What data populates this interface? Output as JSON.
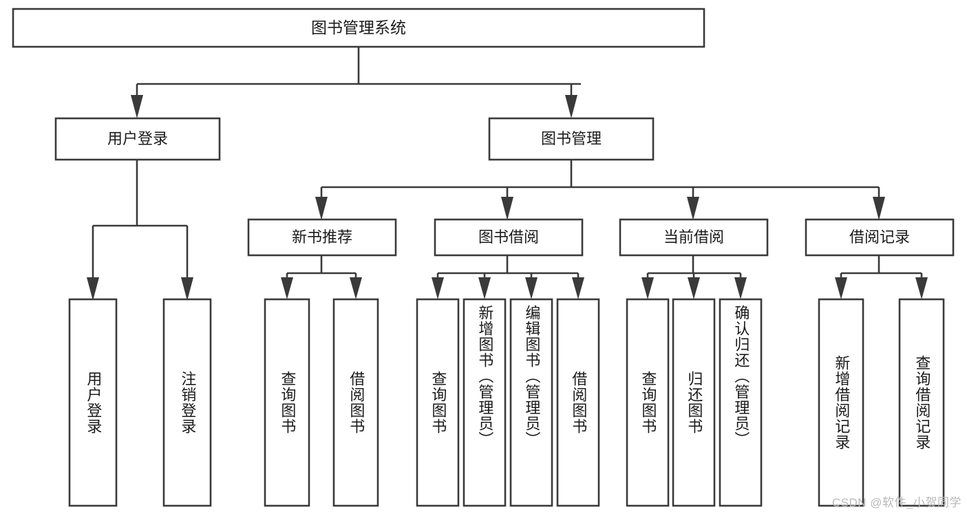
{
  "diagram": {
    "title": "图书管理系统",
    "type": "tree-hierarchy-diagram",
    "root": {
      "id": "root",
      "label": "图书管理系统"
    },
    "level2": [
      {
        "id": "user-login",
        "label": "用户登录"
      },
      {
        "id": "book-manage",
        "label": "图书管理"
      }
    ],
    "level3": [
      {
        "id": "new-book-recommend",
        "label": "新书推荐",
        "parent": "book-manage"
      },
      {
        "id": "book-borrow",
        "label": "图书借阅",
        "parent": "book-manage"
      },
      {
        "id": "current-borrow",
        "label": "当前借阅",
        "parent": "book-manage"
      },
      {
        "id": "borrow-record",
        "label": "借阅记录",
        "parent": "book-manage"
      }
    ],
    "leaves": [
      {
        "id": "leaf-user-login",
        "label": "用户登录",
        "parent": "user-login"
      },
      {
        "id": "leaf-logout-login",
        "label": "注销登录",
        "parent": "user-login"
      },
      {
        "id": "leaf-query-book-1",
        "label": "查询图书",
        "parent": "new-book-recommend"
      },
      {
        "id": "leaf-borrow-book-1",
        "label": "借阅图书",
        "parent": "new-book-recommend"
      },
      {
        "id": "leaf-query-book-2",
        "label": "查询图书",
        "parent": "book-borrow"
      },
      {
        "id": "leaf-add-book",
        "label": "新增图书（管理员）",
        "parent": "book-borrow"
      },
      {
        "id": "leaf-edit-book",
        "label": "编辑图书（管理员）",
        "parent": "book-borrow"
      },
      {
        "id": "leaf-borrow-book-2",
        "label": "借阅图书",
        "parent": "book-borrow"
      },
      {
        "id": "leaf-query-book-3",
        "label": "查询图书",
        "parent": "current-borrow"
      },
      {
        "id": "leaf-return-book",
        "label": "归还图书",
        "parent": "current-borrow"
      },
      {
        "id": "leaf-confirm-return",
        "label": "确认归还（管理员）",
        "parent": "current-borrow"
      },
      {
        "id": "leaf-add-record",
        "label": "新增借阅记录",
        "parent": "borrow-record"
      },
      {
        "id": "leaf-query-record",
        "label": "查询借阅记录",
        "parent": "borrow-record"
      }
    ],
    "watermark": "CSDN @软件_小贺同学",
    "colors": {
      "stroke": "#3a3a3a",
      "fill": "#ffffff",
      "text": "#1b1b1b",
      "watermark": "#b9b9b9"
    }
  }
}
